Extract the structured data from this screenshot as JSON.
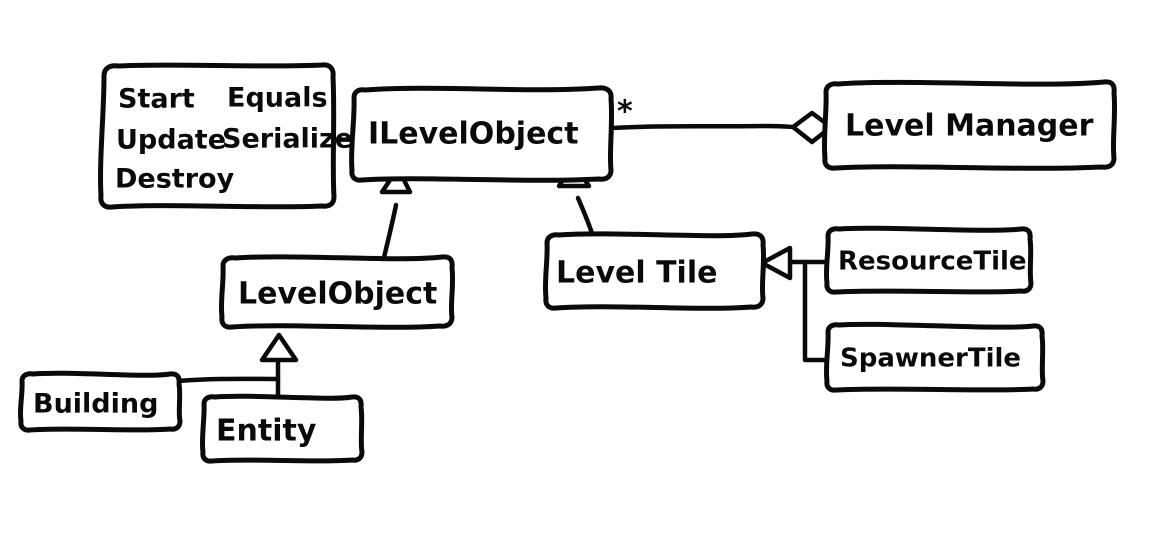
{
  "diagram": {
    "title": "Level system class diagram",
    "style": "hand-drawn whiteboard sketch",
    "stroke_color": "#0a0a0a",
    "background_color": "#ffffff",
    "notation": "UML class diagram"
  },
  "nodes": {
    "methods_note": {
      "name": "methods-note",
      "kind": "note",
      "lines": [
        {
          "left": "Start",
          "right": "Equals"
        },
        {
          "left": "Update",
          "right": "Serialize"
        },
        {
          "left": "Destroy",
          "right": ""
        }
      ]
    },
    "ilevelobject": {
      "name": "ILevelObject",
      "kind": "interface",
      "label": "ILevelObject"
    },
    "levelmanager": {
      "name": "LevelManager",
      "kind": "class",
      "label": "Level Manager"
    },
    "levelobject": {
      "name": "LevelObject",
      "kind": "class",
      "label": "LevelObject"
    },
    "leveltile": {
      "name": "LevelTile",
      "kind": "class",
      "label": "Level Tile"
    },
    "resourcetile": {
      "name": "ResourceTile",
      "kind": "class",
      "label": "ResourceTile"
    },
    "spawnertile": {
      "name": "SpawnerTile",
      "kind": "class",
      "label": "SpawnerTile"
    },
    "building": {
      "name": "Building",
      "kind": "class",
      "label": "Building"
    },
    "entity": {
      "name": "Entity",
      "kind": "class",
      "label": "Entity"
    }
  },
  "multiplicity": {
    "ilevelobject_to_levelmanager": "*"
  },
  "edges": [
    {
      "from": "methods_note",
      "to": "ilevelobject",
      "type": "note-link",
      "label": ""
    },
    {
      "from": "ilevelobject",
      "to": "levelmanager",
      "type": "aggregation",
      "label": "*"
    },
    {
      "from": "levelobject",
      "to": "ilevelobject",
      "type": "realization",
      "label": ""
    },
    {
      "from": "leveltile",
      "to": "ilevelobject",
      "type": "realization",
      "label": ""
    },
    {
      "from": "resourcetile",
      "to": "leveltile",
      "type": "inheritance",
      "label": ""
    },
    {
      "from": "spawnertile",
      "to": "leveltile",
      "type": "inheritance",
      "label": ""
    },
    {
      "from": "entity",
      "to": "levelobject",
      "type": "inheritance",
      "label": ""
    },
    {
      "from": "building",
      "to": "levelobject",
      "type": "inheritance",
      "label": ""
    }
  ]
}
